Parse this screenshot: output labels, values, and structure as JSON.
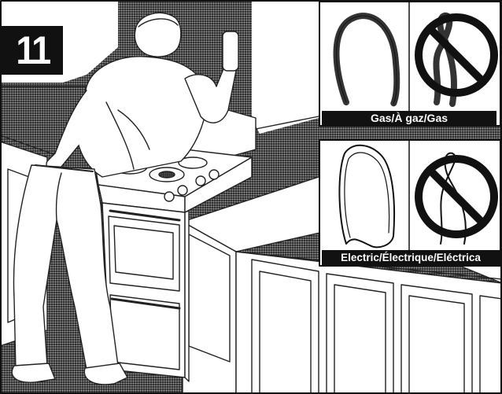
{
  "step_number": "11",
  "panels": {
    "gas": {
      "caption": "Gas/À gaz/Gas"
    },
    "electric": {
      "caption": "Electric/Électrique/Eléctrica"
    }
  }
}
